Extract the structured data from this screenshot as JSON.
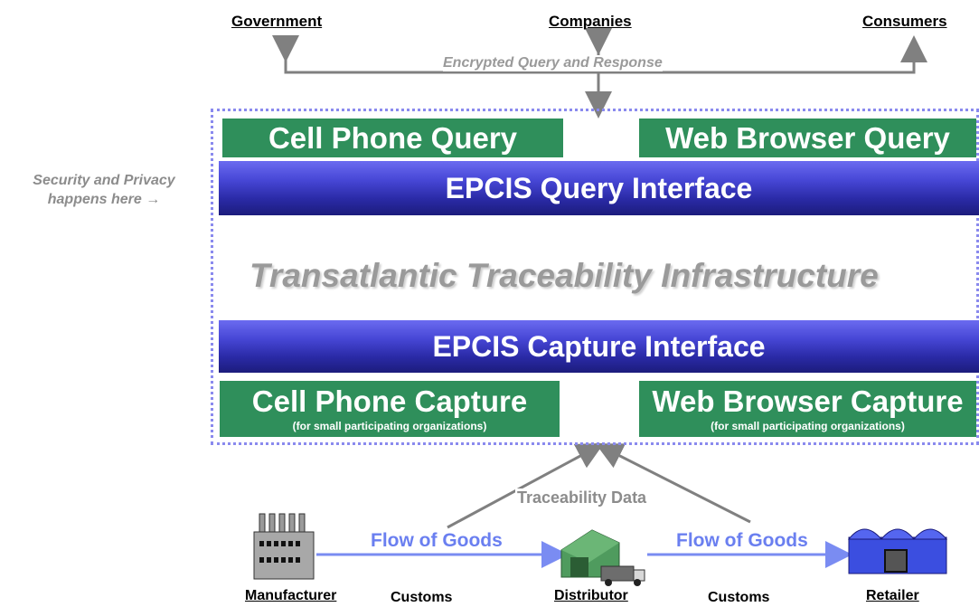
{
  "stakeholders": {
    "government": "Government",
    "companies": "Companies",
    "consumers": "Consumers"
  },
  "query_label": "Encrypted Query and Response",
  "side_note": {
    "line1": "Security and Privacy",
    "line2": "happens here →"
  },
  "boxes": {
    "cell_phone_query": "Cell Phone Query",
    "web_browser_query": "Web Browser Query",
    "epcis_query": "EPCIS Query Interface",
    "infrastructure": "Transatlantic Traceability Infrastructure",
    "epcis_capture": "EPCIS Capture Interface",
    "cell_phone_capture": "Cell Phone Capture",
    "cell_phone_capture_sub": "(for small participating organizations)",
    "web_browser_capture": "Web Browser Capture",
    "web_browser_capture_sub": "(for small participating organizations)"
  },
  "traceability_label": "Traceability Data",
  "flow": {
    "left": "Flow of Goods",
    "right": "Flow of Goods"
  },
  "nodes": {
    "manufacturer": "Manufacturer",
    "customs_left": "Customs",
    "distributor": "Distributor",
    "customs_right": "Customs",
    "retailer": "Retailer"
  },
  "colors": {
    "green": "#2f8f5b",
    "blue": "#3a3ac0",
    "arrow_grey": "#808080",
    "flow_blue": "#7a8cf2",
    "frame_dots": "#8a8aee"
  },
  "icons": {
    "manufacturer": "factory-icon",
    "distributor": "warehouse-truck-icon",
    "retailer": "store-icon"
  }
}
